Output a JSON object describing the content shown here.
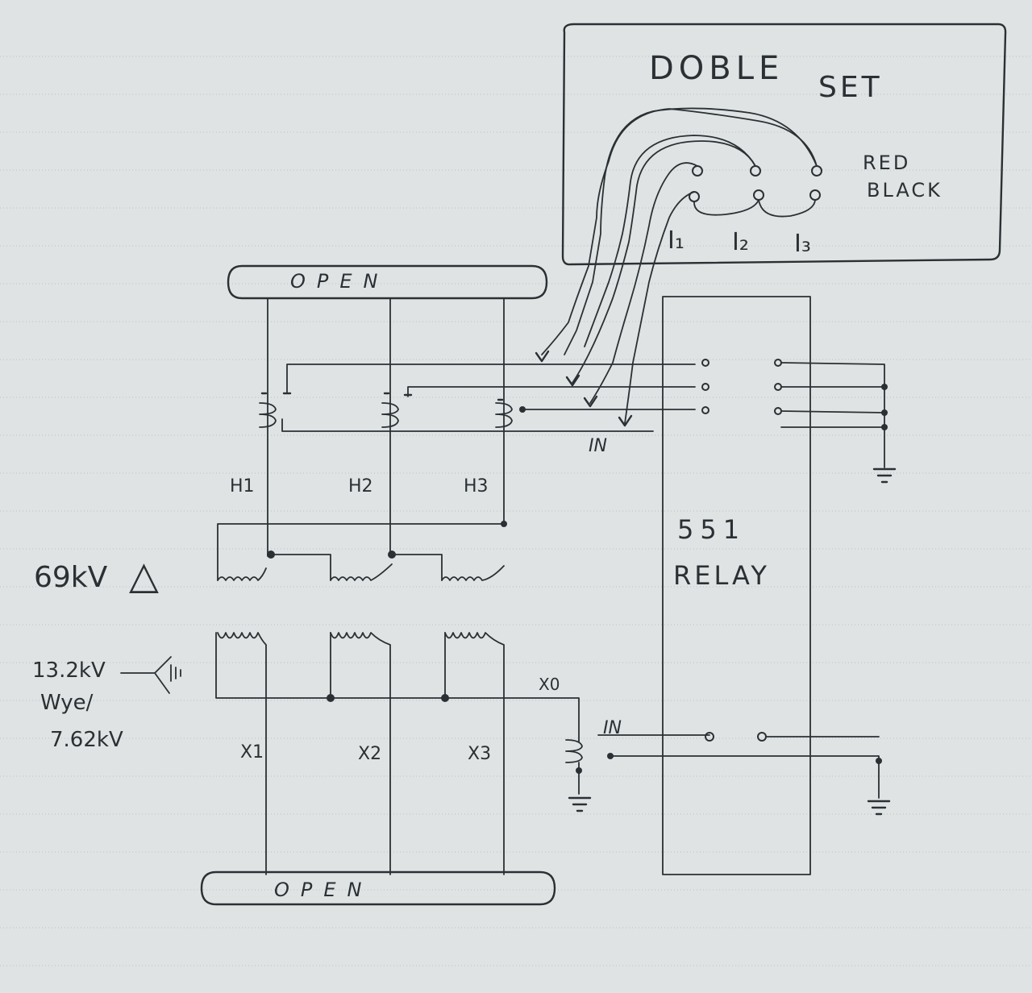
{
  "doble_box": {
    "title": "DOBLE",
    "subtitle": "SET",
    "lead_red": "RED",
    "lead_black": "BLACK",
    "terminals": [
      "I₁",
      "I₂",
      "I₃"
    ]
  },
  "bus_top": "OPEN",
  "bus_bottom": "OPEN",
  "hv_terminals": [
    "H1",
    "H2",
    "H3"
  ],
  "lv_terminals": [
    "X1",
    "X2",
    "X3"
  ],
  "neutral_terminal": "X0",
  "neutral_current": "IN",
  "neutral_current_upper": "IN",
  "primary_rating": "69kV",
  "primary_symbol": "△",
  "secondary_rating": [
    "13.2kV",
    "Wye/",
    "7.62kV"
  ],
  "relay": {
    "line1": "551",
    "line2": "RELAY"
  }
}
